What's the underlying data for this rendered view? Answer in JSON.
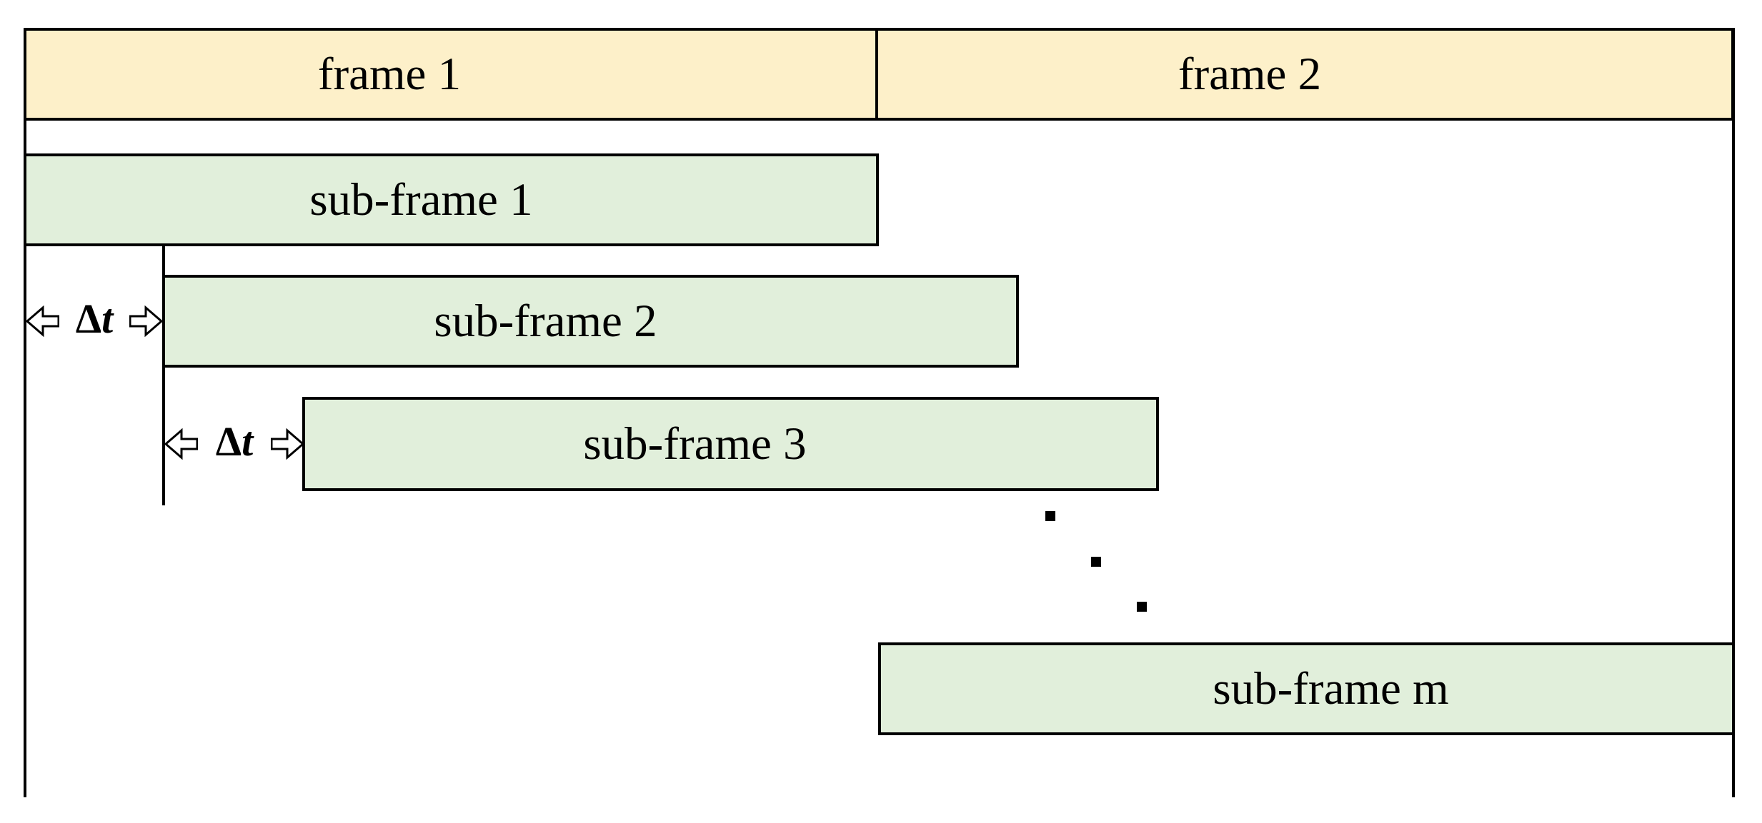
{
  "frames": [
    {
      "label": "frame 1"
    },
    {
      "label": "frame 2"
    }
  ],
  "subframes": [
    {
      "label": "sub-frame 1"
    },
    {
      "label": "sub-frame 2"
    },
    {
      "label": "sub-frame 3"
    },
    {
      "label": "sub-frame m"
    }
  ],
  "delta": {
    "symbol": "Δ",
    "variable": "t"
  },
  "ellipsis_dot_count": 3,
  "colors": {
    "frame_fill": "#fdf0c9",
    "subframe_fill": "#e1efdb",
    "line": "#000000",
    "arrow_fill": "#ffffff"
  }
}
